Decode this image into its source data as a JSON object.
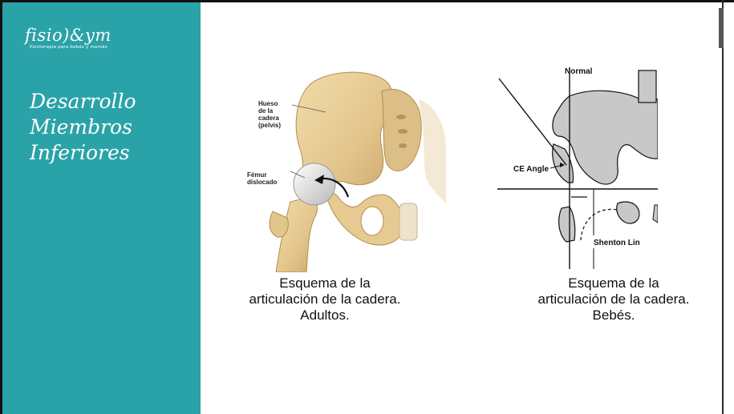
{
  "sidebar": {
    "logo": {
      "main": "fisio)&ym",
      "sub": "fisioterapia para bebés y mamás"
    },
    "title_lines": [
      "Desarrollo",
      "Miembros",
      "Inferiores"
    ]
  },
  "figure_left": {
    "labels": {
      "hueso": [
        "Hueso",
        "de la",
        "cadera",
        "(pelvis)"
      ],
      "femur": [
        "Fémur",
        "dislocado"
      ]
    },
    "caption_lines": [
      "Esquema de la",
      "articulación de la cadera.",
      "Adultos."
    ]
  },
  "figure_right": {
    "labels": {
      "normal": "Normal",
      "ce_angle": "CE Angle",
      "shenton": "Shenton Lin"
    },
    "caption_lines": [
      "Esquema de la",
      "articulación de la cadera.",
      "Bebés."
    ]
  },
  "colors": {
    "sidebar": "#2aa3a8",
    "bone": "#e8cf98",
    "xray_gray": "#c8c8c8"
  }
}
